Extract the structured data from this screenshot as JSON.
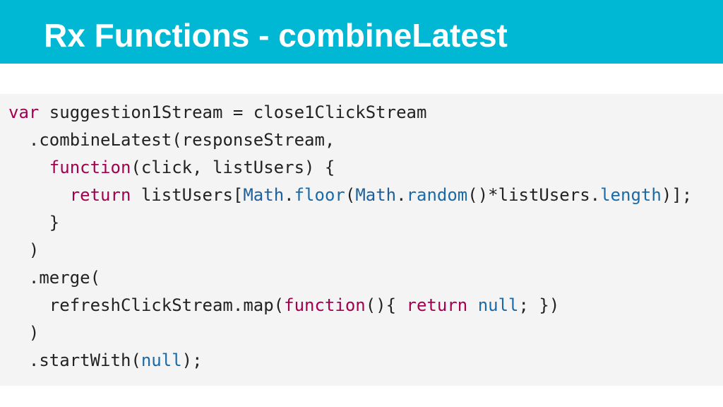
{
  "slide": {
    "title": "Rx Functions - combineLatest"
  },
  "code": {
    "line1": {
      "kw": "var",
      "rest": " suggestion1Stream = close1ClickStream"
    },
    "line2": {
      "indent": "  ",
      "text": ".combineLatest(responseStream,"
    },
    "line3": {
      "indent": "    ",
      "kw": "function",
      "rest": "(click, listUsers) {"
    },
    "line4": {
      "indent": "      ",
      "kw": "return",
      "a": " listUsers[",
      "math1": "Math",
      "dot1": ".",
      "floor": "floor",
      "open1": "(",
      "math2": "Math",
      "dot2": ".",
      "random": "random",
      "mid": "()*listUsers.",
      "length": "length",
      "end": ")];"
    },
    "line5": {
      "indent": "    ",
      "text": "}"
    },
    "line6": {
      "indent": "  ",
      "text": ")"
    },
    "line7": {
      "indent": "  ",
      "text": ".merge("
    },
    "line8": {
      "indent": "    ",
      "a": "refreshClickStream.map(",
      "kw1": "function",
      "b": "(){ ",
      "kw2": "return",
      "sp": " ",
      "nl": "null",
      "c": "; })"
    },
    "line9": {
      "indent": "  ",
      "text": ")"
    },
    "line10": {
      "indent": "  ",
      "a": ".startWith(",
      "nl": "null",
      "b": ");"
    }
  },
  "colors": {
    "title_bar": "#00b8d4",
    "title_text": "#ffffff",
    "code_background": "#f4f4f4",
    "keyword": "#a3004f",
    "builtin": "#1a6aa8",
    "text": "#222222"
  }
}
